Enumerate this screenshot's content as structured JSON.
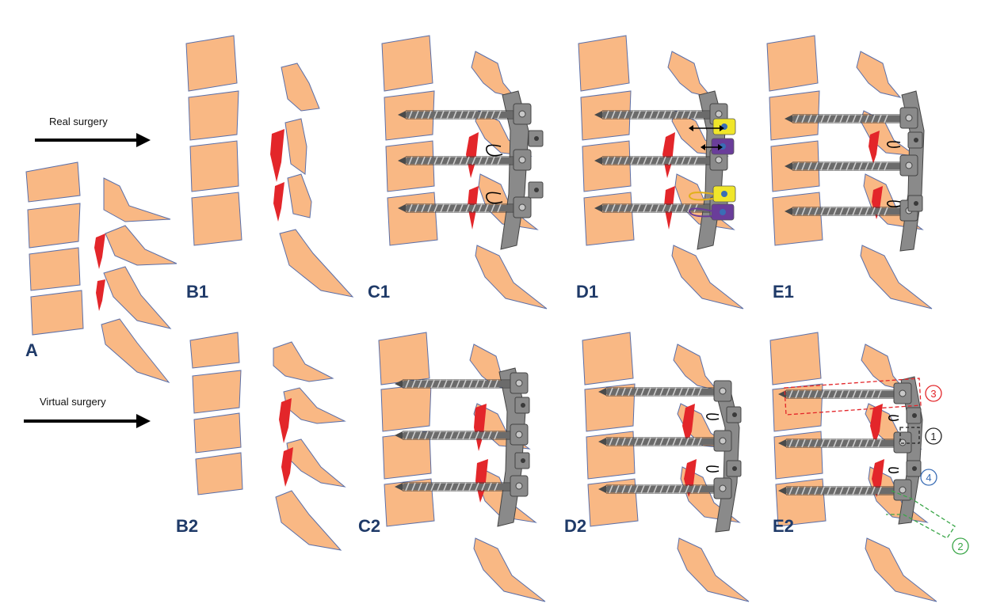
{
  "figure": {
    "labels": {
      "A": "A",
      "B1": "B1",
      "C1": "C1",
      "D1": "D1",
      "E1": "E1",
      "B2": "B2",
      "C2": "C2",
      "D2": "D2",
      "E2": "E2"
    },
    "arrows": {
      "real": "Real surgery",
      "virtual": "Virtual surgery"
    },
    "callouts": {
      "c1": "1",
      "c2": "2",
      "c3": "3",
      "c4": "4"
    },
    "colors": {
      "bone": "#f9b884",
      "bone_stroke": "#5b6fa8",
      "hematoma": "#e3262a",
      "implant": "#707070",
      "label": "#1f3a68",
      "callout_red": "#e3262a",
      "callout_black": "#222222",
      "callout_blue": "#3a6db5",
      "callout_green": "#3aa648",
      "marker_yellow": "#f0e62a",
      "marker_purple": "#6a3d9a"
    }
  }
}
